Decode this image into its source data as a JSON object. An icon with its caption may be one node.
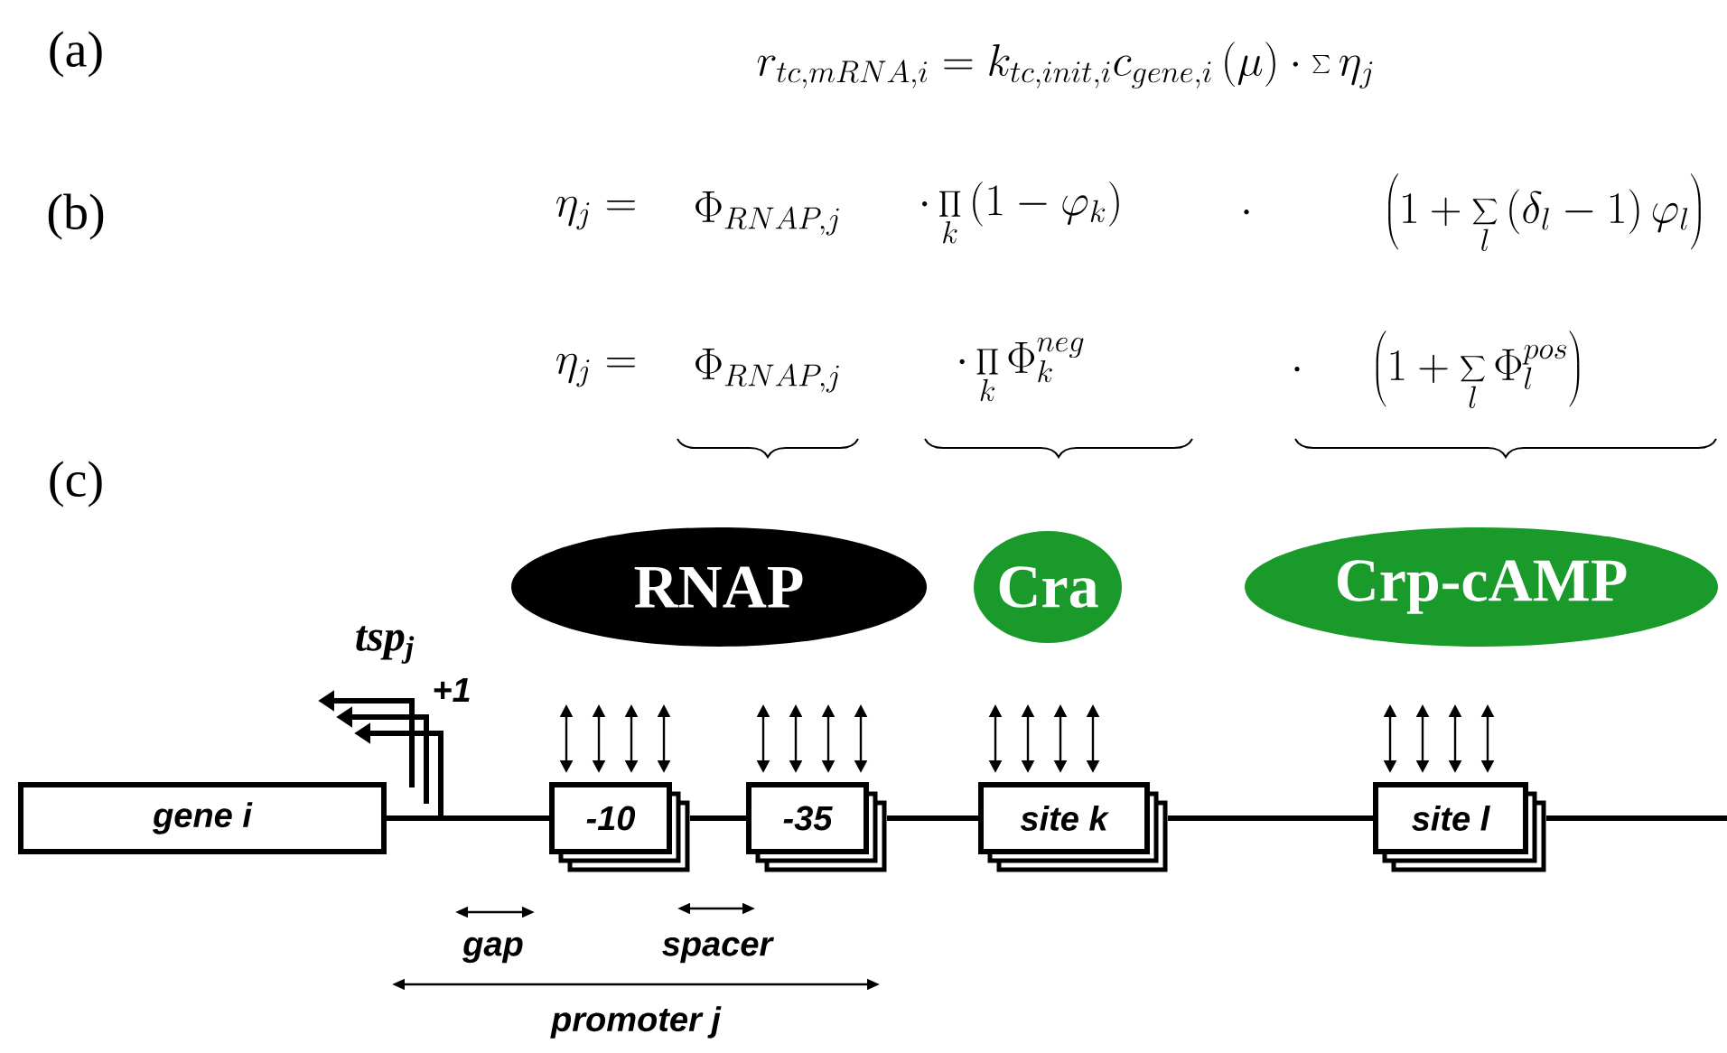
{
  "diagram": {
    "nodes": [
      {
        "text": [
          "RNAP"
        ]
      },
      {
        "text": [
          "Cra"
        ]
      },
      {
        "text": [
          "Crp-cAMP"
        ]
      },
      {
        "text": [
          "gene *i*"
        ]
      },
      {
        "text": [
          "-10"
        ]
      },
      {
        "text": [
          "-35"
        ]
      },
      {
        "text": [
          "site k"
        ]
      },
      {
        "text": [
          "site *l*"
        ]
      }
    ],
    "edges": [
      {
        "from": 3,
        "to": 4,
        "arrow": "none"
      },
      {
        "from": 4,
        "to": 5,
        "arrow": "none"
      },
      {
        "from": 5,
        "to": 6,
        "arrow": "none"
      },
      {
        "from": 6,
        "to": 7,
        "arrow": "none"
      },
      {
        "from": 7,
        "to": null,
        "arrow": "none"
      }
    ],
    "labels": [
      "(a)",
      "r_{tc,mRNA,i} = k_{tc,init,i}c_{gene,i}\\left(\\mu\\right)\\cdot\\sum\\eta_j",
      "(b)",
      "\\eta_j =",
      "\\Phi_{RNAP,j}",
      "\\cdot\\prod_k\\left(1-\\varphi_k\\right)",
      "\\cdot",
      "\\left(1+\\sum_l\\left(\\delta_l-1\\right)\\varphi_l\\right)",
      "\\eta_j =",
      "\\Phi_{RNAP,j}",
      "\\cdot\\prod_k\\Phi_k^{neg}",
      "\\cdot",
      "\\left(1+\\sum_l\\Phi_l^{pos}\\right)",
      "(c)",
      "tsp$_{j}$",
      "+1",
      "gap",
      "spacer",
      "promoter j"
    ]
  }
}
